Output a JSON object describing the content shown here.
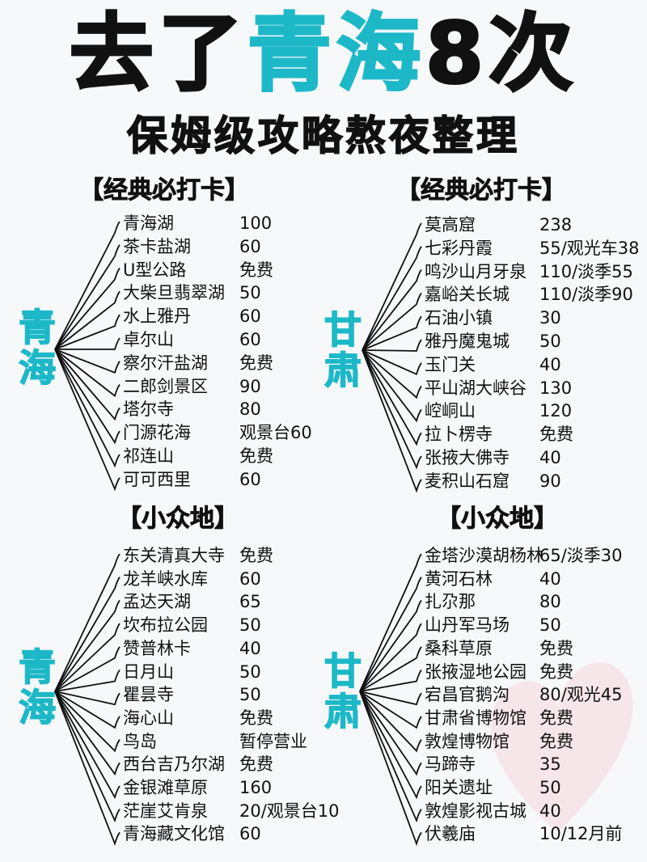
{
  "title": {
    "part1": "去了",
    "highlight": "青海",
    "part2": "8次",
    "highlight_color": "#1cb8c8"
  },
  "subtitle": "保姆级攻略熬夜整理",
  "colors": {
    "accent": "#1cb8c8",
    "badge_highlight": "#e8f03a",
    "text": "#111111",
    "background": "#f7f8fa"
  },
  "sections": [
    {
      "badge": "【经典必打卡】",
      "province": [
        "青",
        "海"
      ],
      "items": [
        {
          "name": "青海湖",
          "price": "100"
        },
        {
          "name": "茶卡盐湖",
          "price": "60"
        },
        {
          "name": "U型公路",
          "price": "免费"
        },
        {
          "name": "大柴旦翡翠湖",
          "price": "50"
        },
        {
          "name": "水上雅丹",
          "price": "60"
        },
        {
          "name": "卓尔山",
          "price": "60"
        },
        {
          "name": "察尔汗盐湖",
          "price": "免费"
        },
        {
          "name": "二郎剑景区",
          "price": "90"
        },
        {
          "name": "塔尔寺",
          "price": "80"
        },
        {
          "name": "门源花海",
          "price": "观景台60"
        },
        {
          "name": "祁连山",
          "price": "免费"
        },
        {
          "name": "可可西里",
          "price": "60"
        }
      ]
    },
    {
      "badge": "【经典必打卡】",
      "province": [
        "甘",
        "肃"
      ],
      "items": [
        {
          "name": "莫高窟",
          "price": "238"
        },
        {
          "name": "七彩丹霞",
          "price": "55/观光车38"
        },
        {
          "name": "鸣沙山月牙泉",
          "price": "110/淡季55"
        },
        {
          "name": "嘉峪关长城",
          "price": "110/淡季90"
        },
        {
          "name": "石油小镇",
          "price": "30"
        },
        {
          "name": "雅丹魔鬼城",
          "price": "50"
        },
        {
          "name": "玉门关",
          "price": "40"
        },
        {
          "name": "平山湖大峡谷",
          "price": "130"
        },
        {
          "name": "崆峒山",
          "price": "120"
        },
        {
          "name": "拉卜楞寺",
          "price": "免费"
        },
        {
          "name": "张掖大佛寺",
          "price": "40"
        },
        {
          "name": "麦积山石窟",
          "price": "90"
        }
      ]
    },
    {
      "badge": "【小众地】",
      "province": [
        "青",
        "海"
      ],
      "items": [
        {
          "name": "东关清真大寺",
          "price": "免费"
        },
        {
          "name": "龙羊峡水库",
          "price": "60"
        },
        {
          "name": "孟达天湖",
          "price": "65"
        },
        {
          "name": "坎布拉公园",
          "price": "50"
        },
        {
          "name": "赞普林卡",
          "price": "40"
        },
        {
          "name": "日月山",
          "price": "50"
        },
        {
          "name": "瞿昙寺",
          "price": "50"
        },
        {
          "name": "海心山",
          "price": "免费"
        },
        {
          "name": "鸟岛",
          "price": "暂停营业"
        },
        {
          "name": "西台吉乃尔湖",
          "price": "免费"
        },
        {
          "name": "金银滩草原",
          "price": "160"
        },
        {
          "name": "茫崖艾肯泉",
          "price": "20/观景台10"
        },
        {
          "name": "青海藏文化馆",
          "price": "60"
        }
      ]
    },
    {
      "badge": "【小众地】",
      "province": [
        "甘",
        "肃"
      ],
      "items": [
        {
          "name": "金塔沙漠胡杨林",
          "price": "65/淡季30"
        },
        {
          "name": "黄河石林",
          "price": "40"
        },
        {
          "name": "扎尕那",
          "price": "80"
        },
        {
          "name": "山丹军马场",
          "price": "50"
        },
        {
          "name": "桑科草原",
          "price": "免费"
        },
        {
          "name": "张掖湿地公园",
          "price": "免费"
        },
        {
          "name": "宕昌官鹅沟",
          "price": "80/观光45"
        },
        {
          "name": "甘肃省博物馆",
          "price": "免费"
        },
        {
          "name": "敦煌博物馆",
          "price": "免费"
        },
        {
          "name": "马蹄寺",
          "price": "35"
        },
        {
          "name": "阳关遗址",
          "price": "50"
        },
        {
          "name": "敦煌影视古城",
          "price": "40"
        },
        {
          "name": "伏羲庙",
          "price": "10/12月前"
        }
      ]
    }
  ]
}
